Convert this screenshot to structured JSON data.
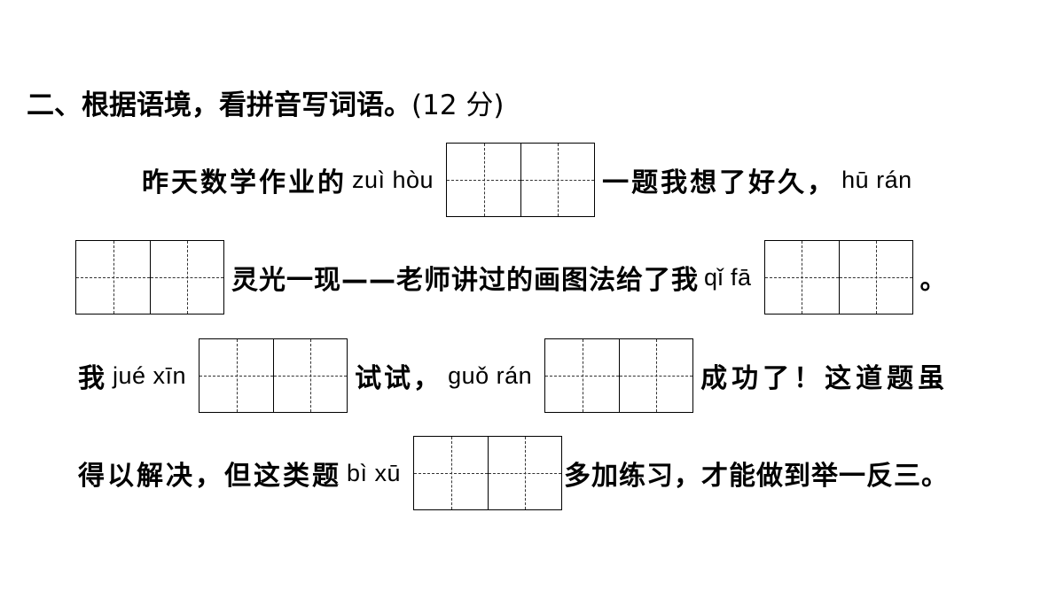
{
  "heading": {
    "text": "二、根据语境，看拼音写词语。",
    "score_open": "(",
    "score_num": "12",
    "score_unit": " 分",
    "score_close": ")"
  },
  "passage": {
    "s1": "昨天数学作业的",
    "p1": "zuì hòu",
    "s2": "一题我想了好久，",
    "p2": "hū rán",
    "s3": "灵光一现——老师讲过的画图法给了我",
    "p3": "qǐ fā",
    "s4": "。",
    "s5": "我",
    "p4": "jué xīn",
    "s6": "试试，",
    "p5": "guǒ rán",
    "s7": "成功了！这道题虽",
    "s8": "得以解决，但这类题",
    "p6": "bì xū",
    "s9": "多加练习，才能做到举一反三。"
  }
}
